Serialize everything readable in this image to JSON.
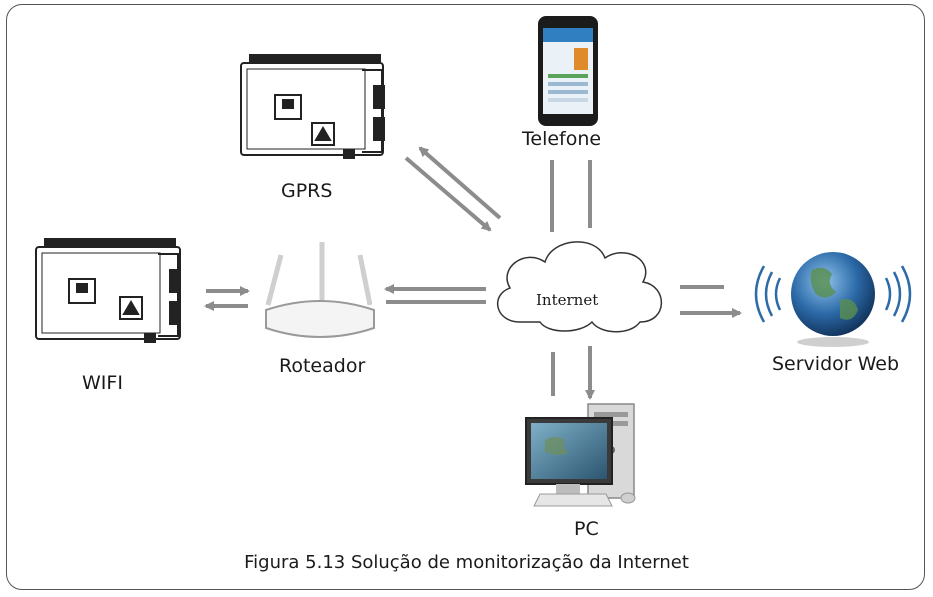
{
  "labels": {
    "gprs": "GPRS",
    "telefone": "Telefone",
    "wifi": "WIFI",
    "roteador": "Roteador",
    "internet": "Internet",
    "servidor": "Servidor Web",
    "pc": "PC"
  },
  "caption": "Figura 5.13 Solução de monitorização da Internet",
  "colors": {
    "arrow": "#8c8c8c",
    "frame": "#555555"
  }
}
